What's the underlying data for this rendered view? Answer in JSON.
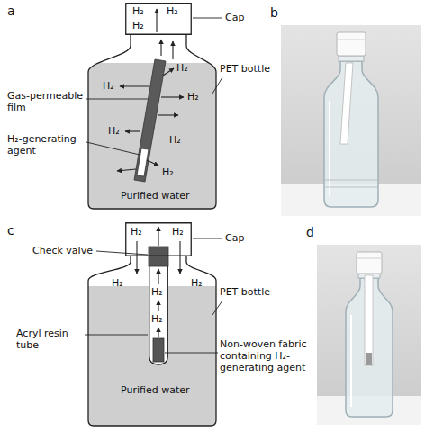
{
  "diagram": {
    "nodes": [
      {
        "text": [
          "H₂",
          "H₂",
          "H₂"
        ]
      },
      {
        "text": [
          "H₂",
          "H₂",
          "H₂",
          "H₂",
          "H₂",
          "H₂",
          "Purified water"
        ]
      },
      {
        "text": [
          "H₂",
          "H₂"
        ]
      },
      {
        "text": [
          "H₂",
          "H₂",
          "Purified water"
        ]
      },
      {
        "text": [
          "H₂",
          "H₂"
        ],
        "in": 3
      }
    ],
    "labels": [
      "a",
      "Cap",
      "PET bottle",
      "Gas-permeable film",
      "H₂-generating agent",
      "b",
      "c",
      "Check valve",
      "Cap",
      "PET bottle",
      "Acryl resin tube",
      "Non-woven fabric containing H₂-generating agent",
      "d"
    ]
  }
}
